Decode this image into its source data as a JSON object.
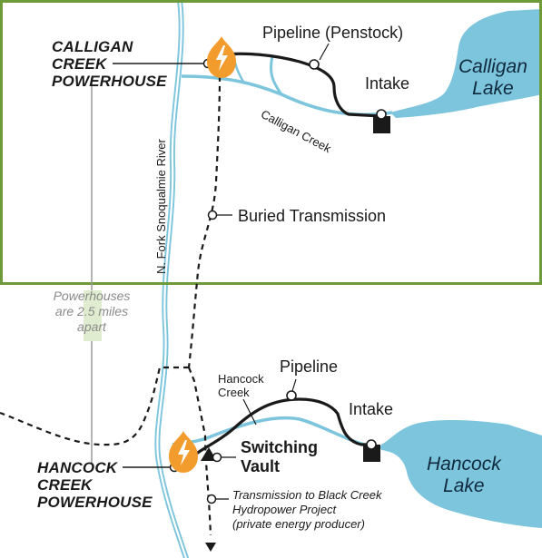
{
  "labels": {
    "calligan_powerhouse": [
      "CALLIGAN",
      "CREEK",
      "POWERHOUSE"
    ],
    "pipeline_top": "Pipeline (Penstock)",
    "intake_top": "Intake",
    "calligan_lake": [
      "Calligan",
      "Lake"
    ],
    "calligan_creek": "Calligan Creek",
    "river": "N. Fork Snoqualmie River",
    "buried_transmission": "Buried Transmission",
    "distance_note": [
      "Powerhouses",
      "are 2.5 miles",
      "apart"
    ],
    "pipeline_bottom": "Pipeline",
    "hancock_creek": [
      "Hancock",
      "Creek"
    ],
    "intake_bottom": "Intake",
    "switching_vault": [
      "Switching",
      "Vault"
    ],
    "hancock_lake": [
      "Hancock",
      "Lake"
    ],
    "hancock_powerhouse": [
      "HANCOCK",
      "CREEK",
      "POWERHOUSE"
    ],
    "transmission_note": [
      "Transmission to Black Creek",
      "Hydropower Project",
      "(private energy producer)"
    ]
  },
  "colors": {
    "water": "#7cc5dc",
    "frame": "#6f9a3a",
    "powerhouse_icon": "#f39c2e",
    "line": "#1a1a1a",
    "scale_highlight": "#dfeccf"
  },
  "icons": {
    "powerhouse": "lightning-bolt-icon",
    "intake": "square-intake-icon",
    "switching_vault": "triangle-vault-icon"
  }
}
